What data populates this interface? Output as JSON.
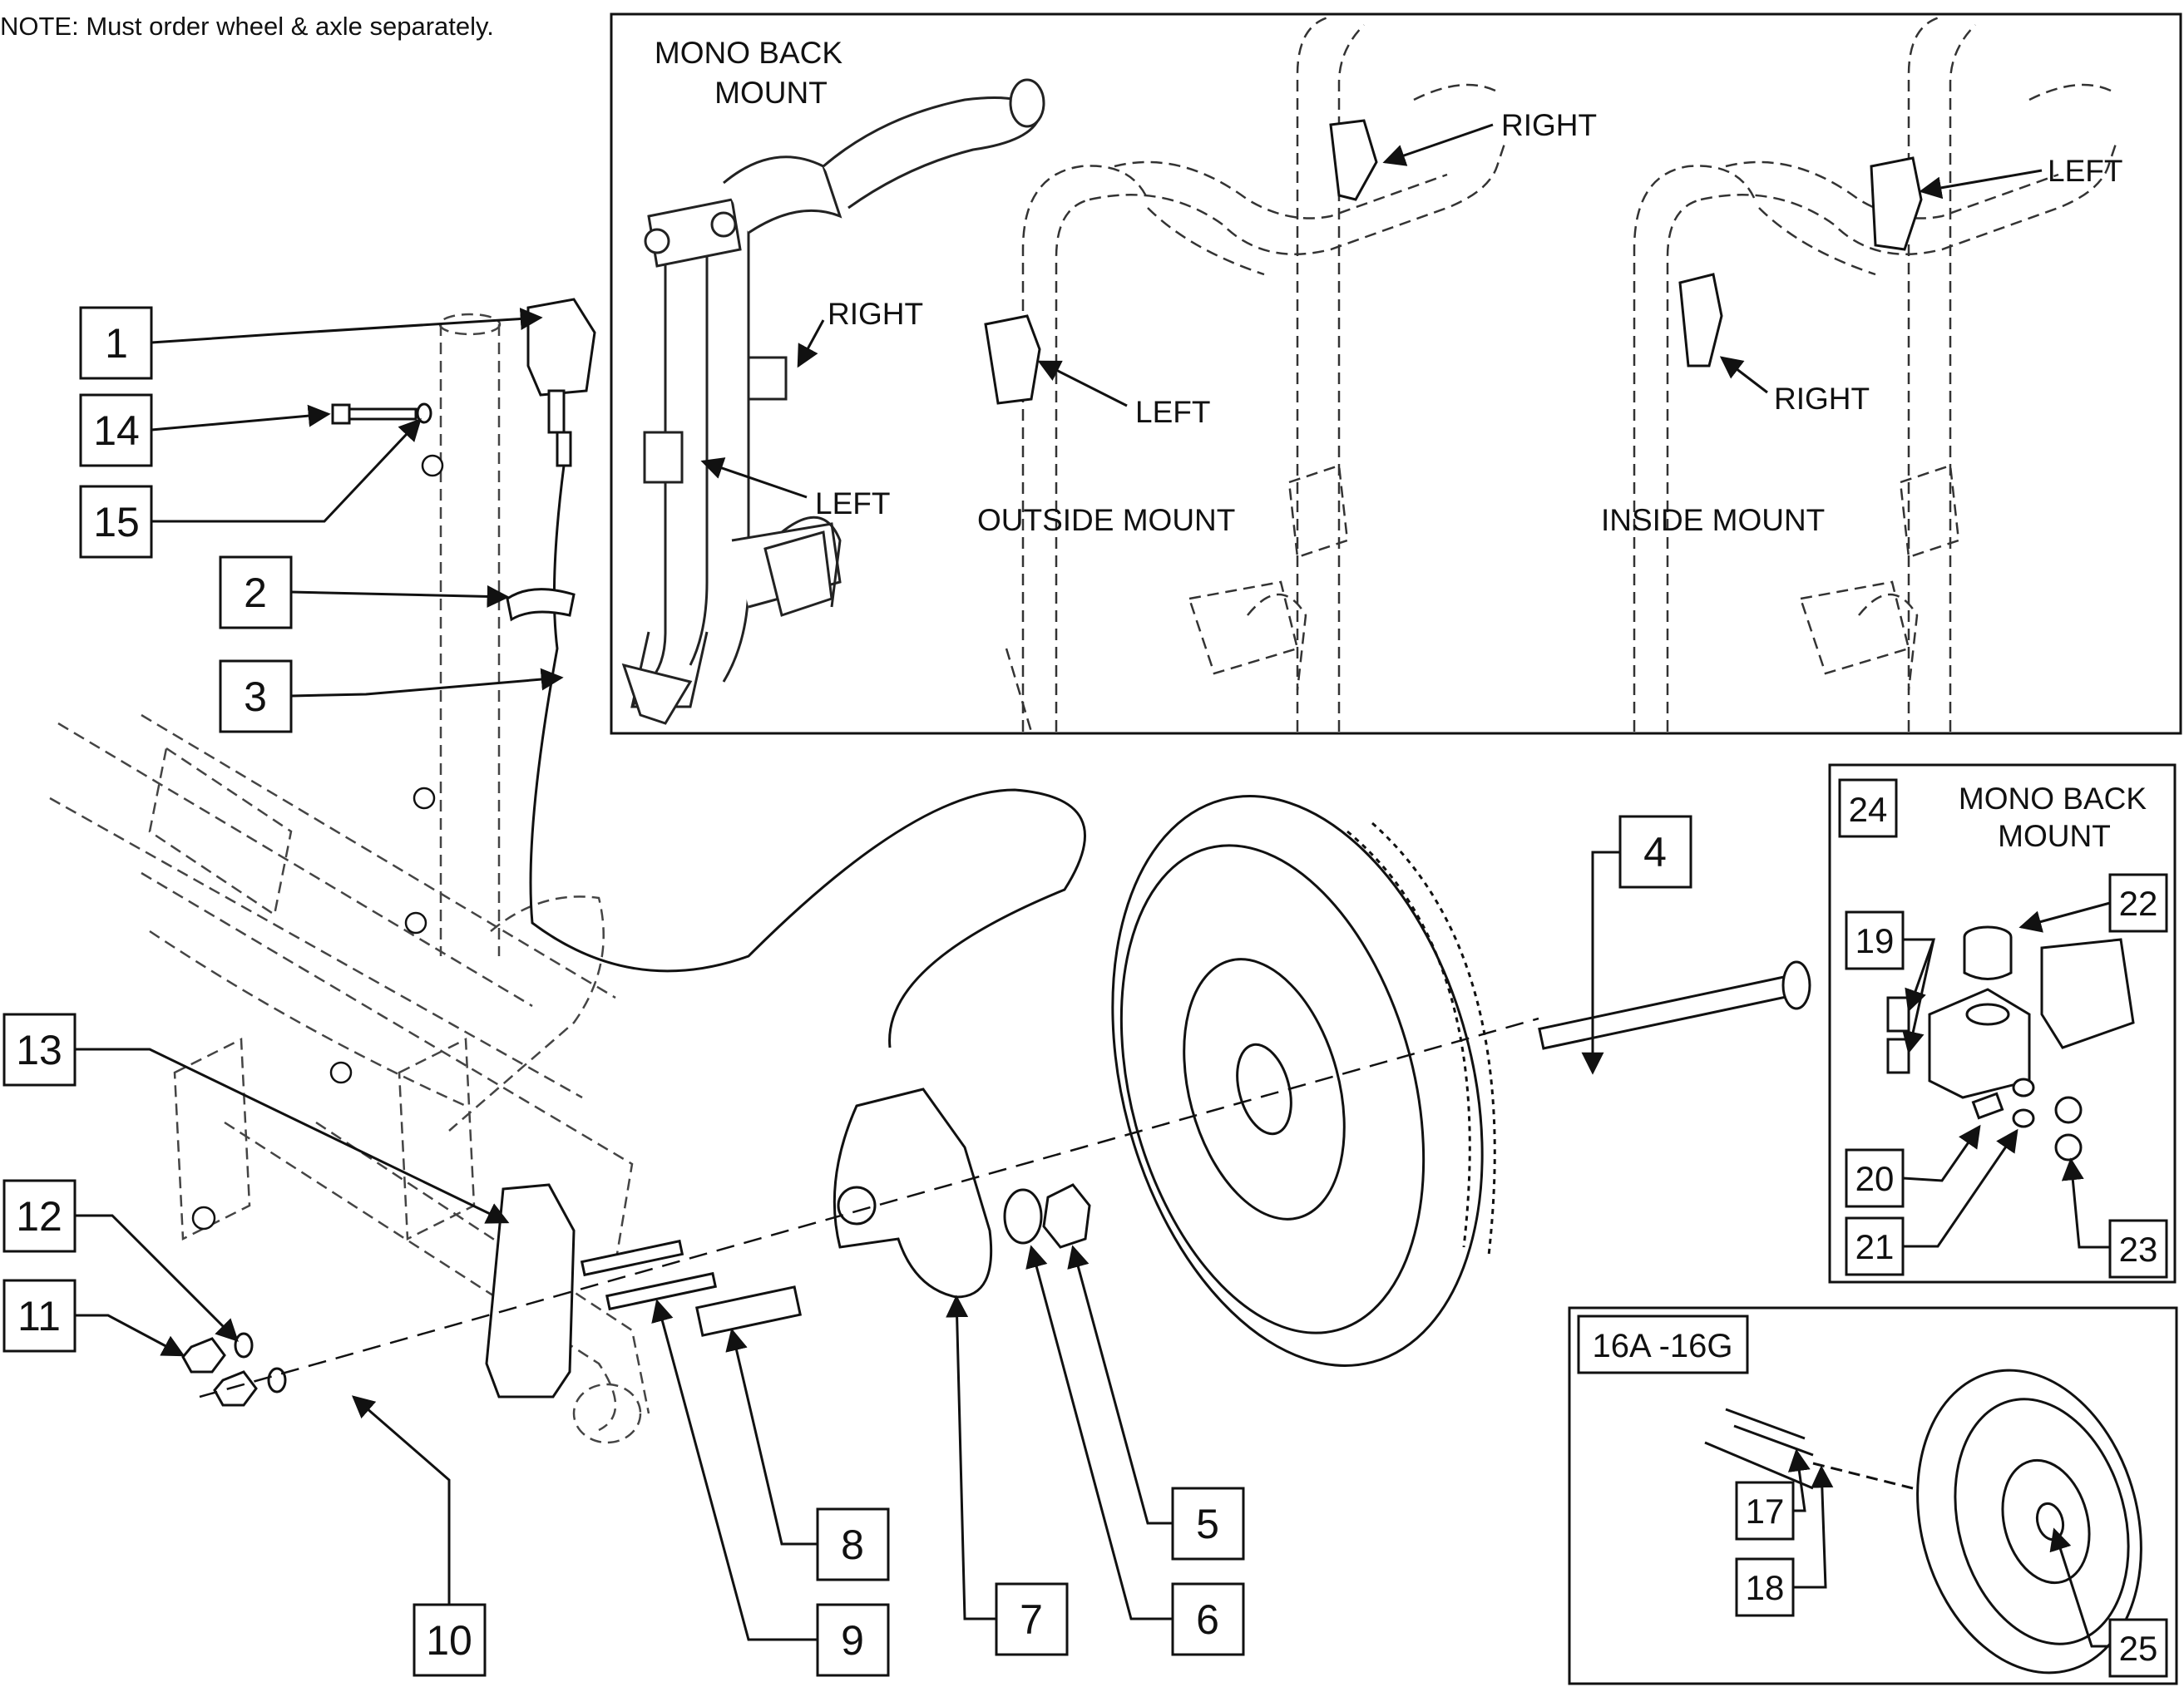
{
  "note": "NOTE: Must order wheel & axle separately.",
  "callouts": [
    {
      "id": "c1",
      "label": "1"
    },
    {
      "id": "c14",
      "label": "14"
    },
    {
      "id": "c15",
      "label": "15"
    },
    {
      "id": "c2",
      "label": "2"
    },
    {
      "id": "c3",
      "label": "3"
    },
    {
      "id": "c13",
      "label": "13"
    },
    {
      "id": "c12",
      "label": "12"
    },
    {
      "id": "c11",
      "label": "11"
    },
    {
      "id": "c10",
      "label": "10"
    },
    {
      "id": "c9",
      "label": "9"
    },
    {
      "id": "c8",
      "label": "8"
    },
    {
      "id": "c7",
      "label": "7"
    },
    {
      "id": "c6",
      "label": "6"
    },
    {
      "id": "c5",
      "label": "5"
    },
    {
      "id": "c4",
      "label": "4"
    }
  ],
  "inset_top": {
    "mono_back_title_line1": "MONO BACK",
    "mono_back_title_line2": "MOUNT",
    "mono_right": "RIGHT",
    "mono_left": "LEFT",
    "outside_right": "RIGHT",
    "outside_left": "LEFT",
    "outside_title": "OUTSIDE MOUNT",
    "inside_left": "LEFT",
    "inside_right": "RIGHT",
    "inside_title": "INSIDE MOUNT"
  },
  "inset_mono": {
    "box_label": "24",
    "title_line1": "MONO BACK",
    "title_line2": "MOUNT",
    "callouts": {
      "c19": "19",
      "c22": "22",
      "c20": "20",
      "c21": "21",
      "c23": "23"
    }
  },
  "inset_wheel": {
    "box_label": "16A -16G",
    "callouts": {
      "c17": "17",
      "c18": "18",
      "c25": "25"
    }
  }
}
